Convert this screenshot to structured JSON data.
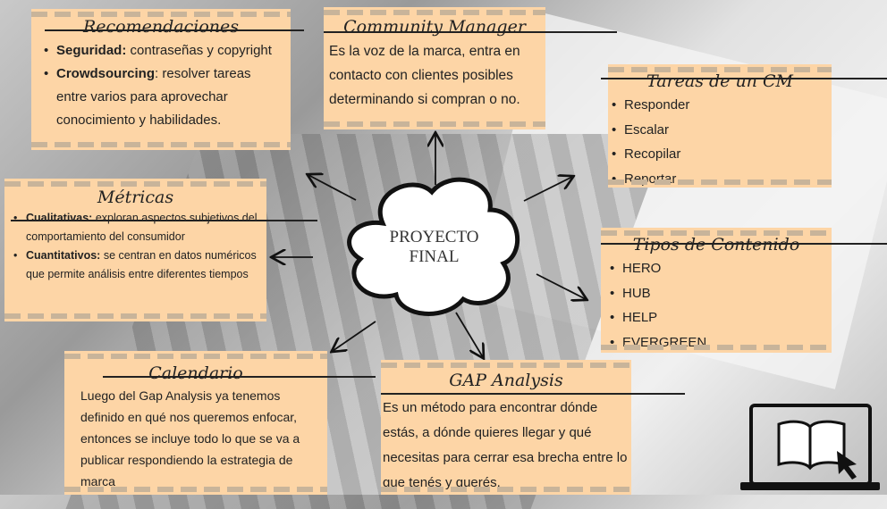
{
  "center": {
    "line1": "PROYECTO",
    "line2": "FINAL"
  },
  "recomendaciones": {
    "title": "Recomendaciones",
    "items": [
      {
        "bold": "Seguridad:",
        "text": " contraseñas y copyright"
      },
      {
        "bold": "Crowdsourcing",
        "text": ": resolver tareas entre varios para aprovechar conocimiento y habilidades."
      }
    ]
  },
  "community": {
    "title": "Community Manager",
    "text": "Es la voz de la marca, entra en contacto con clientes posibles determinando si compran o no."
  },
  "tareas": {
    "title": "Tareas de un CM",
    "items": [
      "Responder",
      "Escalar",
      "Recopilar",
      "Reportar"
    ]
  },
  "metricas": {
    "title": "Métricas",
    "items": [
      {
        "bold": "Cualitativas:",
        "text": " exploran aspectos subjetivos del comportamiento del consumidor"
      },
      {
        "bold": "Cuantitativos:",
        "text": " se centran en datos numéricos que permite análisis entre diferentes tiempos"
      }
    ]
  },
  "tipos": {
    "title": "Tipos de Contenido",
    "items": [
      "HERO",
      "HUB",
      "HELP",
      "EVERGREEN"
    ]
  },
  "calendario": {
    "title": "Calendario",
    "text": "Luego del Gap Analysis ya tenemos definido en qué nos queremos enfocar, entonces se incluye todo lo que se va a publicar respondiendo la estrategia de marca"
  },
  "gap": {
    "title": "GAP Analysis",
    "text": "Es un método para encontrar dónde estás, a dónde quieres llegar y qué necesitas para cerrar esa brecha entre lo que tenés y querés."
  },
  "icons": {
    "laptop": "laptop-book-cursor-icon"
  }
}
